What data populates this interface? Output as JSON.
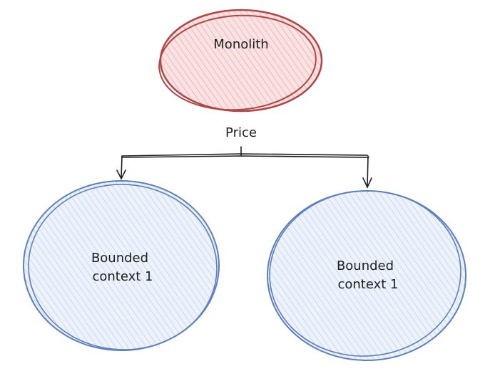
{
  "nodes": {
    "monolith": {
      "label": "Monolith",
      "fill": "#f4c7c7",
      "stroke": "#b04545"
    },
    "connector_label": "Price",
    "context_left": {
      "line1": "Bounded",
      "line2": "context 1",
      "fill": "#dbe6f7",
      "stroke": "#5b7fbf"
    },
    "context_right": {
      "line1": "Bounded",
      "line2": "context 1",
      "fill": "#dbe6f7",
      "stroke": "#5b7fbf"
    }
  },
  "colors": {
    "arrow": "#1e1e1e",
    "text": "#1e1e1e"
  }
}
